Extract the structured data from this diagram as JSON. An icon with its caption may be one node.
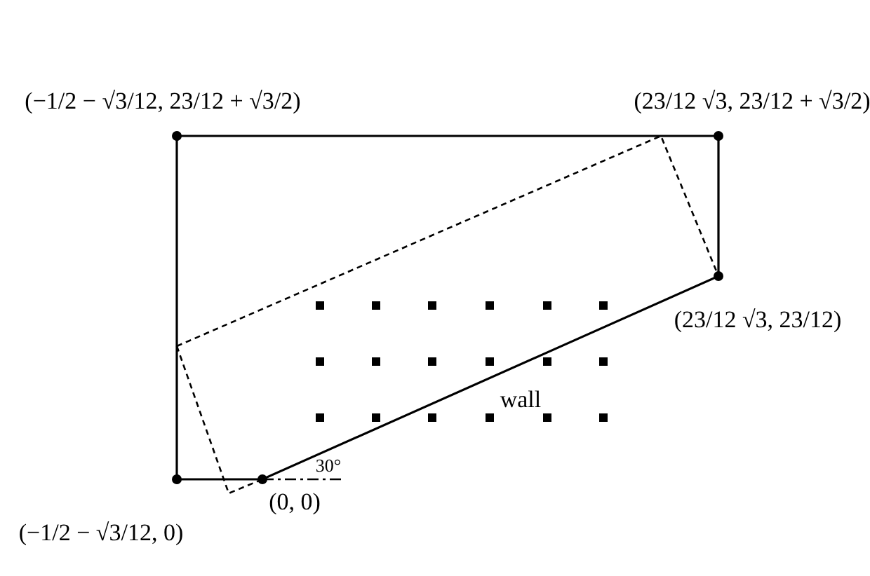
{
  "diagram": {
    "labels": [
      "(−1/2 − √3/12, 23/12 + √3/2)",
      "(23/12 √3, 23/12 + √3/2)",
      "(23/12 √3, 23/12)",
      "wall",
      "30°",
      "(0, 0)",
      "(−1/2 − √3/12, 0)"
    ]
  }
}
